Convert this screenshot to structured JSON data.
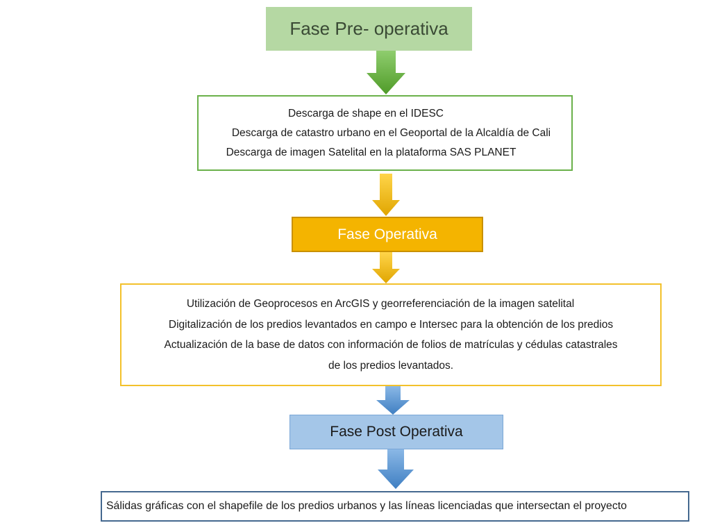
{
  "colors": {
    "green_box": "#b5d8a3",
    "green_arrow": "#5aa032",
    "green_border": "#6ab14a",
    "yellow_box": "#f4b400",
    "yellow_arrow": "#f0b400",
    "yellow_border": "#f3c12b",
    "blue_box": "#a4c6e8",
    "blue_arrow": "#5b9bd5",
    "blue_border": "#44688f"
  },
  "phases": {
    "pre": {
      "title": "Fase Pre- operativa",
      "items": [
        "Descarga de shape en el IDESC",
        "Descarga de catastro urbano en el Geoportal de la Alcaldía de Cali",
        "Descarga de imagen Satelital en la plataforma SAS PLANET"
      ]
    },
    "operative": {
      "title": "Fase Operativa",
      "items": [
        "Utilización de Geoprocesos en ArcGIS y georreferenciación de la imagen satelital",
        "Digitalización de los predios levantados en campo e Intersec para la obtención de los predios",
        "Actualización de la base de datos con información de folios de matrículas y cédulas catastrales",
        "de los predios levantados."
      ]
    },
    "post": {
      "title": "Fase Post Operativa",
      "items": [
        "Sálidas gráficas con el shapefile de los predios urbanos y las líneas licenciadas que intersectan el proyecto"
      ]
    }
  }
}
